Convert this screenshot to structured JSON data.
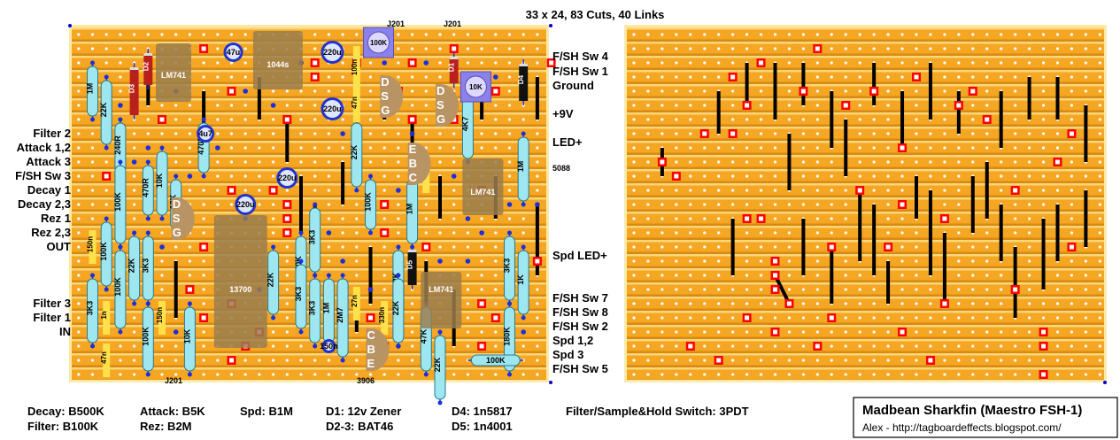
{
  "header": {
    "summary": "33 x 24, 83 Cuts, 40 Links"
  },
  "left_labels": [
    "Filter 2",
    "Attack 1,2",
    "Attack 3",
    "F/SH Sw 3",
    "Decay 1",
    "Decay 2,3",
    "Rez 1",
    "Rez 2,3",
    "OUT",
    "Filter 3",
    "Filter 1",
    "IN"
  ],
  "right_labels": [
    "F/SH Sw 4",
    "F/SH Sw 1",
    "Ground",
    "+9V",
    "LED+",
    "5088",
    "Spd LED+",
    "F/SH Sw 7",
    "F/SH Sw 8",
    "F/SH Sw 2",
    "Spd 1,2",
    "Spd 3",
    "F/SH Sw 5"
  ],
  "board_labels": {
    "j201_top_a": "J201",
    "j201_top_b": "J201",
    "j201_bottom": "J201",
    "part_3906": "3906"
  },
  "resistors": [
    "1M",
    "22K",
    "240R",
    "100K",
    "470R",
    "10K",
    "12K",
    "100K",
    "3K3",
    "22K",
    "100K",
    "3K3",
    "100K",
    "10K",
    "470R",
    "3K3",
    "100K",
    "22K",
    "3K3",
    "3K3",
    "22K",
    "1M",
    "2M7",
    "22K",
    "100K",
    "1M",
    "4K7",
    "1M",
    "22K",
    "3K3",
    "1K",
    "47K",
    "22K",
    "180K",
    "100K"
  ],
  "capacitors": [
    "47u",
    "220u",
    "220u",
    "4u7",
    "220u",
    "220u",
    "100n",
    "47n",
    "47n",
    "150n",
    "1n",
    "150n",
    "47n",
    "27n",
    "330n",
    "150n"
  ],
  "ics": [
    "LM741",
    "1044s",
    "13700",
    "LM741",
    "LM741"
  ],
  "transistor_pins": [
    "D",
    "S",
    "G",
    "D",
    "S",
    "G",
    "D",
    "S",
    "G",
    "E",
    "B",
    "C",
    "C",
    "B",
    "E"
  ],
  "trimmers": [
    "100K",
    "10K"
  ],
  "diodes": [
    "D2",
    "D3",
    "D1",
    "D4",
    "D5"
  ],
  "parts_list": [
    [
      "Decay: B500K",
      "Filter: B100K"
    ],
    [
      "Attack: B5K",
      "Rez: B2M"
    ],
    [
      "Spd: B1M",
      ""
    ],
    [
      "D1: 12v Zener",
      "D2-3: BAT46"
    ],
    [
      "D4: 1n5817",
      "D5: 1n4001"
    ],
    [
      "Filter/Sample&Hold Switch: 3PDT",
      ""
    ]
  ],
  "title_box": {
    "title": "Madbean Sharkfin (Maestro FSH-1)",
    "credit": "Alex - http://tagboardeffects.blogspot.com/"
  }
}
